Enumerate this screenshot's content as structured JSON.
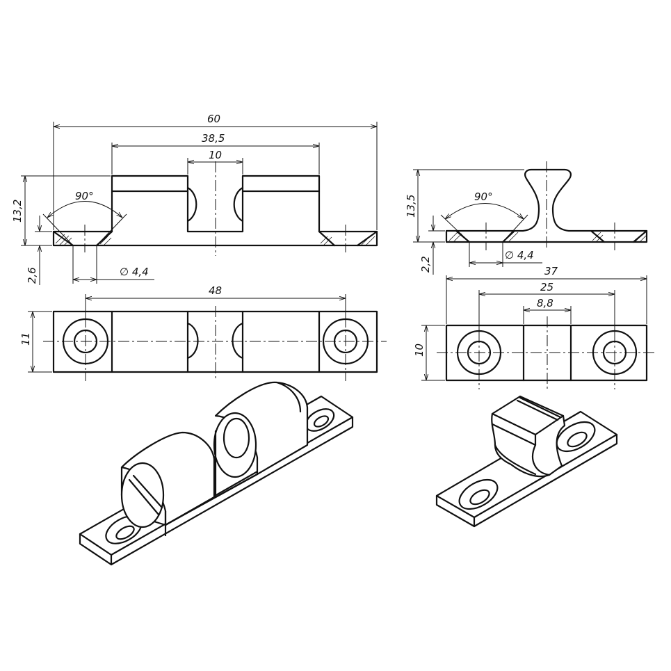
{
  "drawing": {
    "left_part": {
      "dims": {
        "overall_length": "60",
        "body_length": "38,5",
        "gap_width": "10",
        "height": "13,2",
        "angle": "90°",
        "base_thickness": "2,6",
        "hole_diameter": "∅ 4,4",
        "hole_spacing": "48",
        "width": "11"
      }
    },
    "right_part": {
      "dims": {
        "height": "13,5",
        "angle": "90°",
        "base_thickness": "2,2",
        "hole_diameter": "∅ 4,4",
        "overall_length": "37",
        "hole_spacing": "25",
        "head_width": "8,8",
        "width": "10"
      }
    }
  }
}
